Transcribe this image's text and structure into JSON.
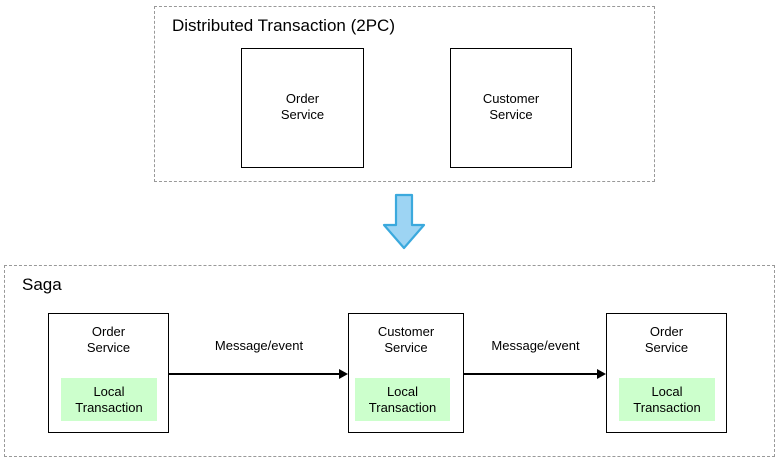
{
  "diagram": {
    "title_top": "Distributed Transaction (2PC)",
    "title_bottom": "Saga",
    "colors": {
      "local_transaction_fill": "#CCFFCC",
      "box_stroke": "#000000",
      "group_stroke": "#999999",
      "flow_arrow_fill": "#9DD4F3",
      "flow_arrow_stroke": "#3BA9DD"
    }
  },
  "top_section": {
    "title": "Distributed Transaction (2PC)",
    "boxes": [
      {
        "label": "Order\nService"
      },
      {
        "label": "Customer\nService"
      }
    ]
  },
  "flow_arrow": {
    "direction": "down",
    "name": "downward-arrow"
  },
  "bottom_section": {
    "title": "Saga",
    "boxes": [
      {
        "label": "Order\nService",
        "local_transaction": "Local\nTransaction"
      },
      {
        "label": "Customer\nService",
        "local_transaction": "Local\nTransaction"
      },
      {
        "label": "Order\nService",
        "local_transaction": "Local\nTransaction"
      }
    ],
    "connectors": [
      {
        "label": "Message/event"
      },
      {
        "label": "Message/event"
      }
    ]
  }
}
